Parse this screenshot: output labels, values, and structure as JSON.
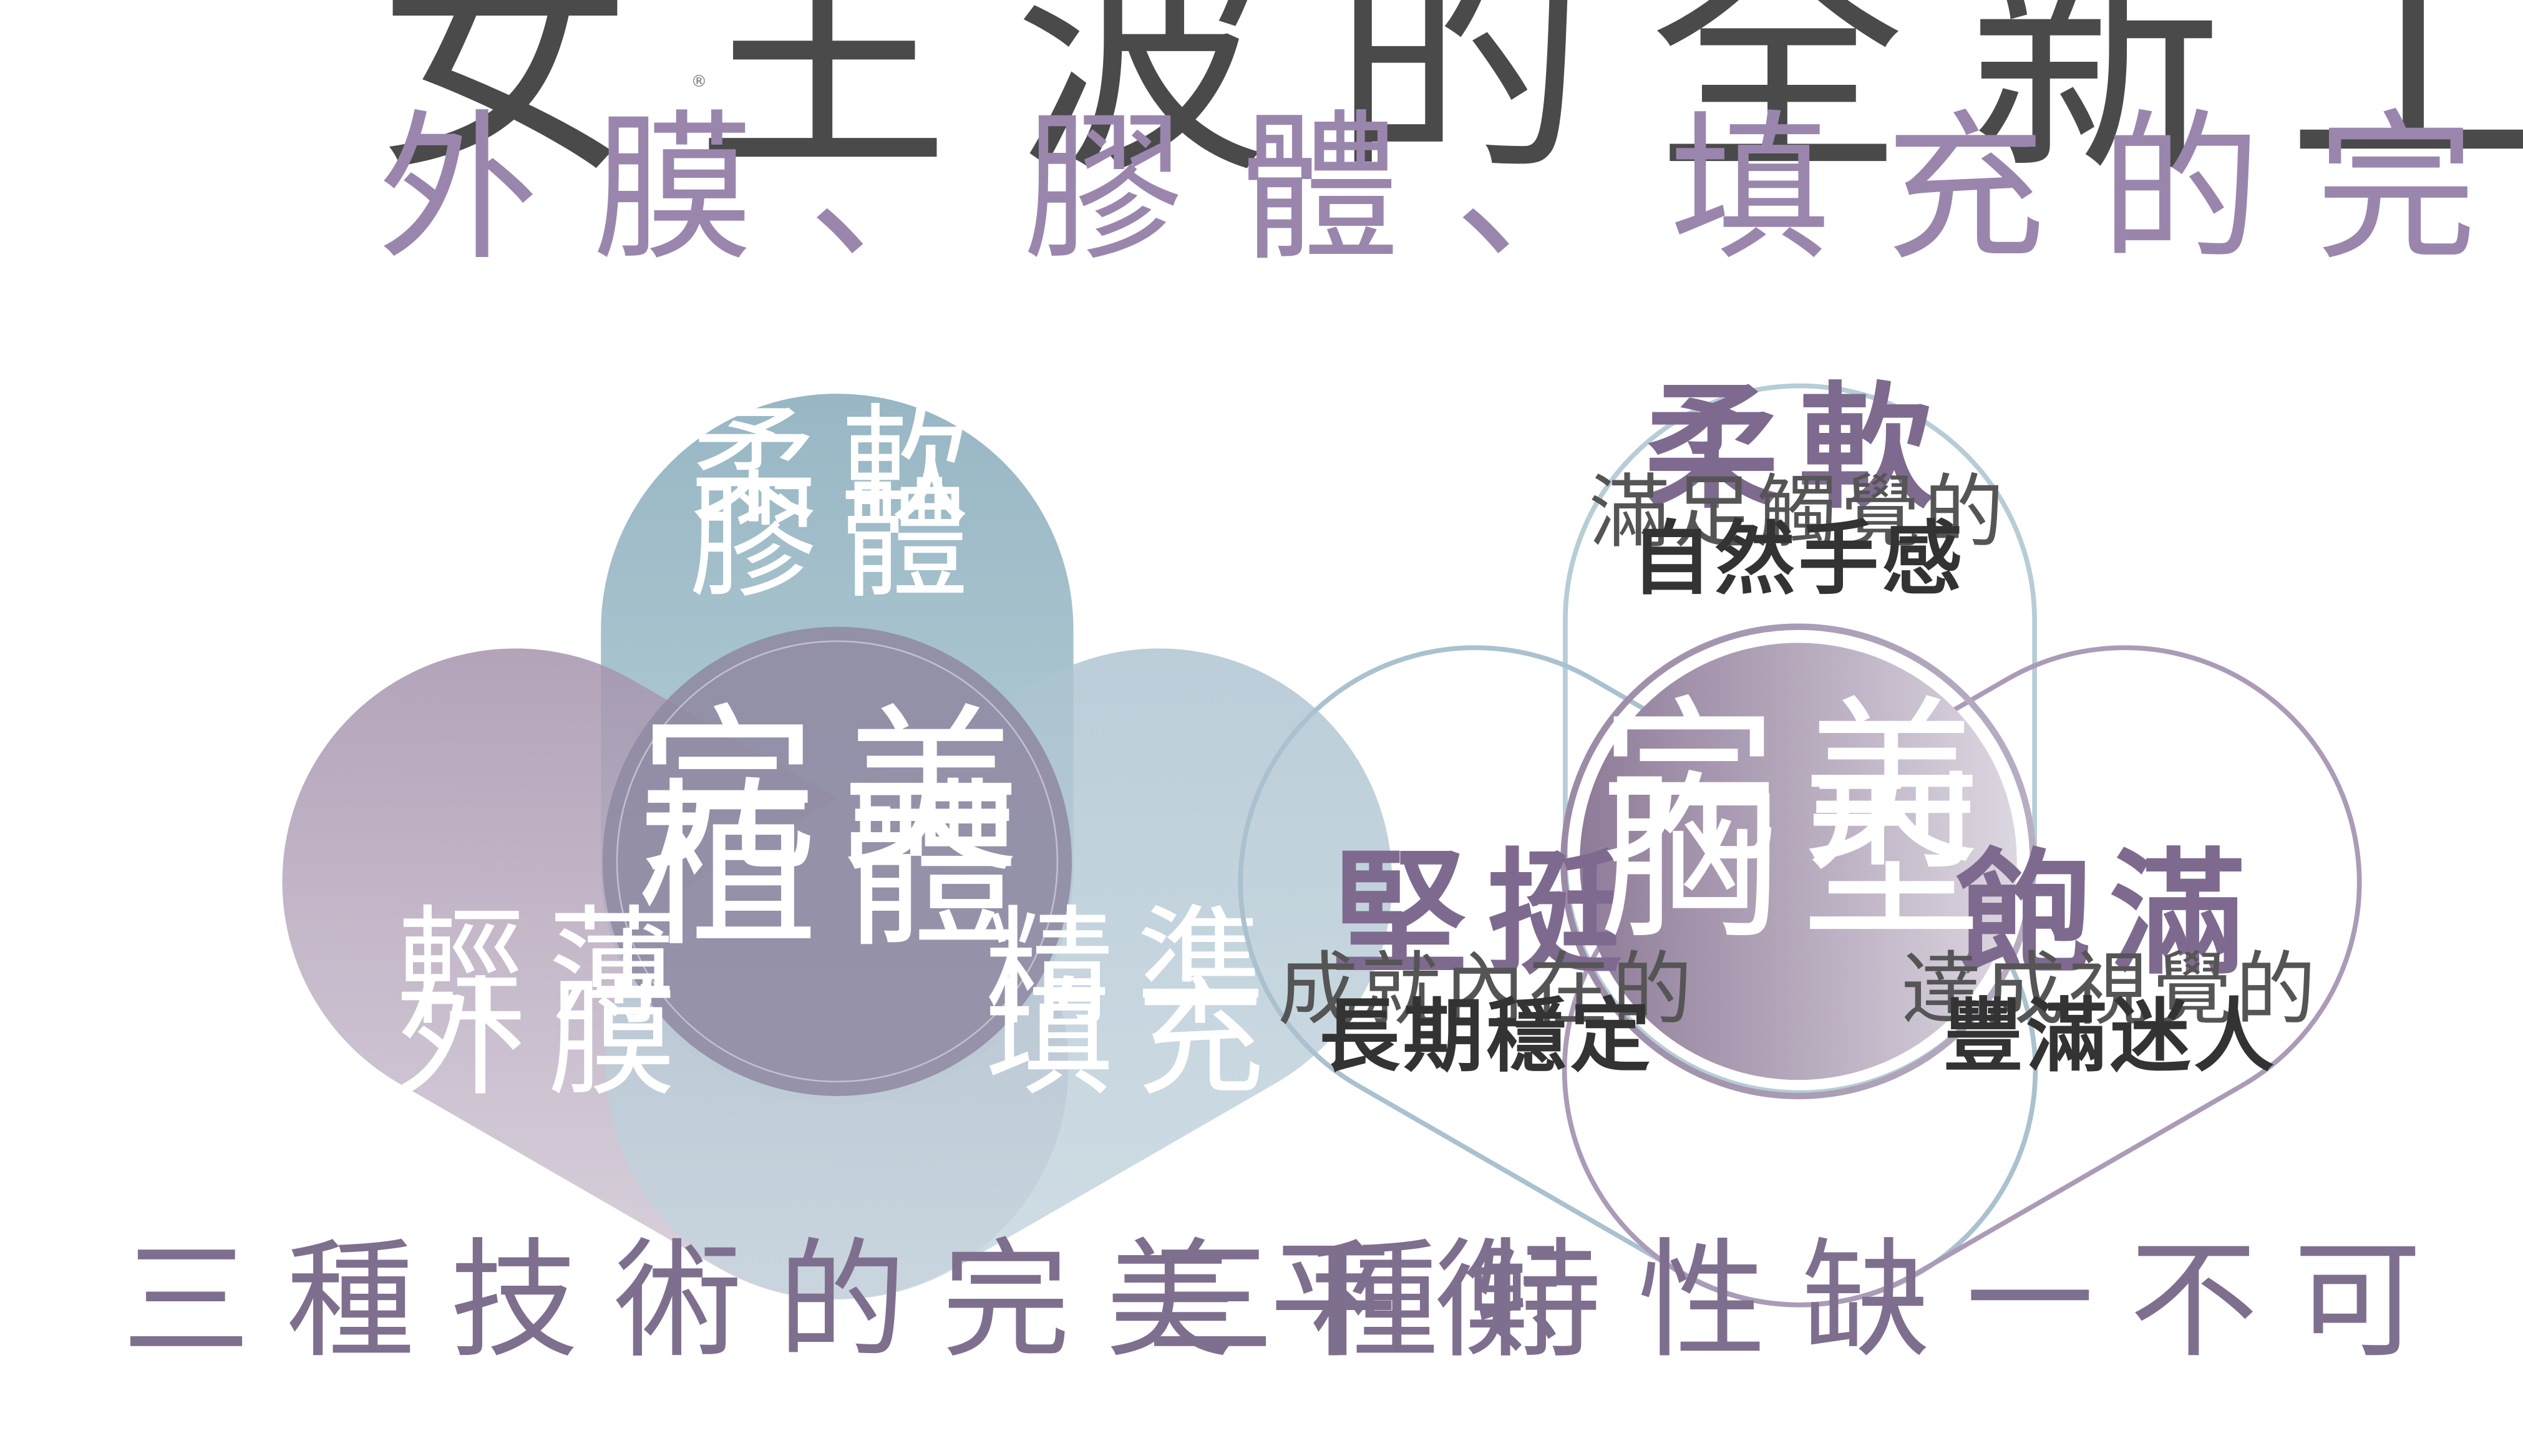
{
  "header": {
    "title": "女王波的全新工藝",
    "trademark": "®",
    "subtitle": "外膜、膠體、填充的完美平衡"
  },
  "left_diagram": {
    "top_lobe": {
      "line1": "柔軟",
      "line2": "膠體"
    },
    "left_lobe": {
      "line1": "輕薄",
      "line2": "外膜"
    },
    "right_lobe": {
      "line1": "精準",
      "line2": "填充"
    },
    "center": {
      "line1": "完美",
      "line2": "植體"
    },
    "caption": "三種技術的完美平衡",
    "colors": {
      "teal": "#8fb0bf",
      "purple": "#9f8ca8",
      "light_blue": "#b9cdd9",
      "center": "#8f8aa3"
    }
  },
  "right_diagram": {
    "top_lobe": {
      "title": "柔軟",
      "desc": "滿足觸覺的",
      "desc_bold": "自然手感"
    },
    "left_lobe": {
      "title": "堅挺",
      "desc": "成就內在的",
      "desc_bold": "長期穩定"
    },
    "right_lobe": {
      "title": "飽滿",
      "desc": "達成視覺的",
      "desc_bold": "豐滿迷人"
    },
    "center": {
      "line1": "完美",
      "line2": "胸型"
    },
    "caption": "三種特性缺一不可",
    "colors": {
      "outline_blue": "#a9c3d0",
      "outline_purple": "#a896b4",
      "center_dark": "#8e7b98",
      "center_light": "#ddd7e1"
    }
  }
}
